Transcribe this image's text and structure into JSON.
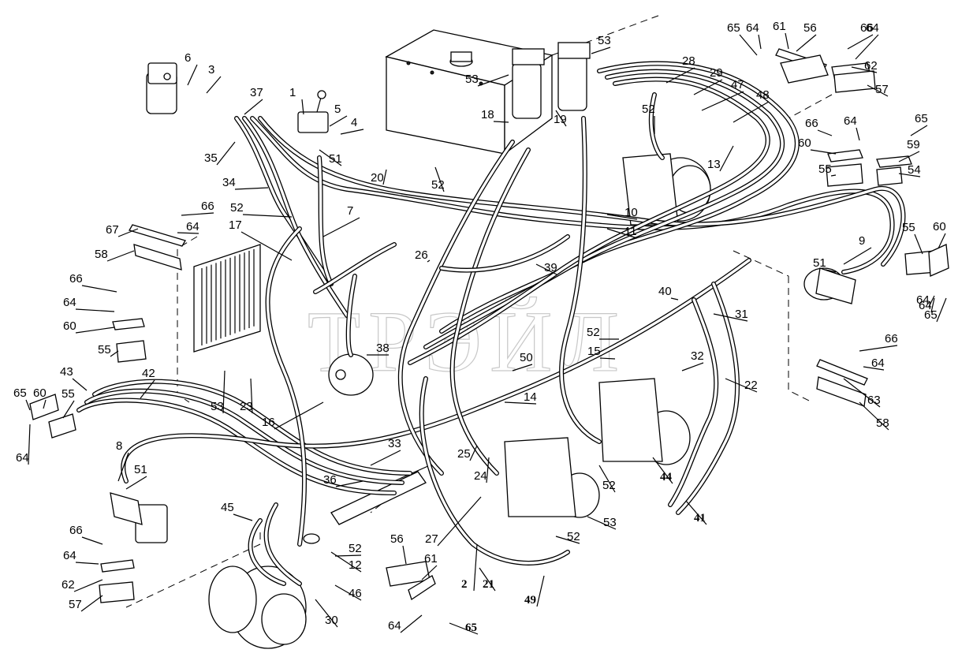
{
  "watermark": "ТРЭЙЛ",
  "callouts": [
    {
      "id": "1",
      "text": "1"
    },
    {
      "id": "2",
      "text": "2"
    },
    {
      "id": "3",
      "text": "3"
    },
    {
      "id": "4",
      "text": "4"
    },
    {
      "id": "5",
      "text": "5"
    },
    {
      "id": "6",
      "text": "6"
    },
    {
      "id": "7",
      "text": "7"
    },
    {
      "id": "8",
      "text": "8"
    },
    {
      "id": "9",
      "text": "9"
    },
    {
      "id": "10",
      "text": "10"
    },
    {
      "id": "11",
      "text": "11"
    },
    {
      "id": "12",
      "text": "12"
    },
    {
      "id": "13",
      "text": "13"
    },
    {
      "id": "14",
      "text": "14"
    },
    {
      "id": "15",
      "text": "15"
    },
    {
      "id": "16",
      "text": "16"
    },
    {
      "id": "17",
      "text": "17"
    },
    {
      "id": "18",
      "text": "18"
    },
    {
      "id": "19",
      "text": "19"
    },
    {
      "id": "20",
      "text": "20"
    },
    {
      "id": "21",
      "text": "21"
    },
    {
      "id": "22",
      "text": "22"
    },
    {
      "id": "23",
      "text": "23"
    },
    {
      "id": "24",
      "text": "24"
    },
    {
      "id": "25",
      "text": "25"
    },
    {
      "id": "26",
      "text": "26"
    },
    {
      "id": "27",
      "text": "27"
    },
    {
      "id": "28",
      "text": "28"
    },
    {
      "id": "29",
      "text": "29"
    },
    {
      "id": "30",
      "text": "30"
    },
    {
      "id": "31",
      "text": "31"
    },
    {
      "id": "32",
      "text": "32"
    },
    {
      "id": "33",
      "text": "33"
    },
    {
      "id": "34",
      "text": "34"
    },
    {
      "id": "35",
      "text": "35"
    },
    {
      "id": "36",
      "text": "36"
    },
    {
      "id": "37",
      "text": "37"
    },
    {
      "id": "38",
      "text": "38"
    },
    {
      "id": "39",
      "text": "39"
    },
    {
      "id": "40",
      "text": "40"
    },
    {
      "id": "41",
      "text": "41"
    },
    {
      "id": "42",
      "text": "42"
    },
    {
      "id": "43",
      "text": "43"
    },
    {
      "id": "44",
      "text": "44"
    },
    {
      "id": "45",
      "text": "45"
    },
    {
      "id": "46",
      "text": "46"
    },
    {
      "id": "47",
      "text": "47"
    },
    {
      "id": "48",
      "text": "48"
    },
    {
      "id": "49",
      "text": "49"
    },
    {
      "id": "50",
      "text": "50"
    },
    {
      "id": "51a",
      "text": "51"
    },
    {
      "id": "51b",
      "text": "51"
    },
    {
      "id": "51c",
      "text": "51"
    },
    {
      "id": "52a",
      "text": "52"
    },
    {
      "id": "52b",
      "text": "52"
    },
    {
      "id": "52c",
      "text": "52"
    },
    {
      "id": "52d",
      "text": "52"
    },
    {
      "id": "52e",
      "text": "52"
    },
    {
      "id": "52f",
      "text": "52"
    },
    {
      "id": "52g",
      "text": "52"
    },
    {
      "id": "53a",
      "text": "53"
    },
    {
      "id": "53b",
      "text": "53"
    },
    {
      "id": "53c",
      "text": "53"
    },
    {
      "id": "53d",
      "text": "53"
    },
    {
      "id": "54",
      "text": "54"
    },
    {
      "id": "55a",
      "text": "55"
    },
    {
      "id": "55b",
      "text": "55"
    },
    {
      "id": "55c",
      "text": "55"
    },
    {
      "id": "55d",
      "text": "55"
    },
    {
      "id": "56a",
      "text": "56"
    },
    {
      "id": "56b",
      "text": "56"
    },
    {
      "id": "57a",
      "text": "57"
    },
    {
      "id": "57b",
      "text": "57"
    },
    {
      "id": "58a",
      "text": "58"
    },
    {
      "id": "58b",
      "text": "58"
    },
    {
      "id": "59",
      "text": "59"
    },
    {
      "id": "60a",
      "text": "60"
    },
    {
      "id": "60b",
      "text": "60"
    },
    {
      "id": "60c",
      "text": "60"
    },
    {
      "id": "60d",
      "text": "60"
    },
    {
      "id": "61a",
      "text": "61"
    },
    {
      "id": "61b",
      "text": "61"
    },
    {
      "id": "62a",
      "text": "62"
    },
    {
      "id": "62b",
      "text": "62"
    },
    {
      "id": "63",
      "text": "63"
    },
    {
      "id": "64a",
      "text": "64"
    },
    {
      "id": "64b",
      "text": "64"
    },
    {
      "id": "64c",
      "text": "64"
    },
    {
      "id": "64d",
      "text": "64"
    },
    {
      "id": "64e",
      "text": "64"
    },
    {
      "id": "64f",
      "text": "64"
    },
    {
      "id": "64g",
      "text": "64"
    },
    {
      "id": "64h",
      "text": "64"
    },
    {
      "id": "64i",
      "text": "64"
    },
    {
      "id": "64j",
      "text": "64"
    },
    {
      "id": "64k",
      "text": "64"
    },
    {
      "id": "65a",
      "text": "65"
    },
    {
      "id": "65b",
      "text": "65"
    },
    {
      "id": "65c",
      "text": "65"
    },
    {
      "id": "65d",
      "text": "65"
    },
    {
      "id": "65e",
      "text": "65"
    },
    {
      "id": "66a",
      "text": "66"
    },
    {
      "id": "66b",
      "text": "66"
    },
    {
      "id": "66c",
      "text": "66"
    },
    {
      "id": "66d",
      "text": "66"
    },
    {
      "id": "66e",
      "text": "66"
    },
    {
      "id": "66f",
      "text": "66"
    },
    {
      "id": "67",
      "text": "67"
    }
  ]
}
